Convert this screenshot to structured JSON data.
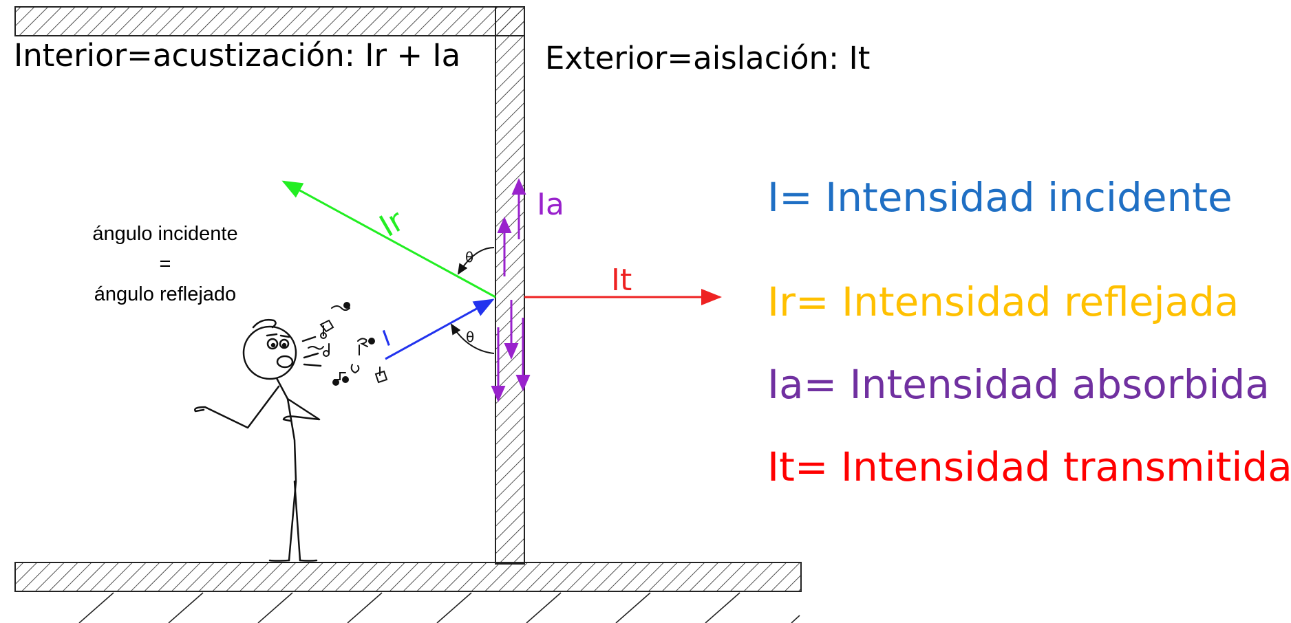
{
  "interior_label": "Interior=acustización: Ir + Ia",
  "exterior_label": "Exterior=aislación: It",
  "angle_note": {
    "line1": "ángulo incidente",
    "line2": "=",
    "line3": "ángulo reflejado"
  },
  "ray_labels": {
    "incident": "I",
    "reflected": "Ir",
    "absorbed": "Ia",
    "transmitted": "It"
  },
  "angle_symbol": "θ",
  "legend": [
    {
      "text": "I= Intensidad incidente",
      "color": "#1f6fc4"
    },
    {
      "text": "Ir= Intensidad reflejada",
      "color": "#ffc000"
    },
    {
      "text": "Ia= Intensidad absorbida",
      "color": "#7030a0"
    },
    {
      "text": "It= Intensidad transmitida",
      "color": "#ff0000"
    }
  ],
  "ray_colors": {
    "incident": "#2233ee",
    "reflected": "#22ee22",
    "absorbed": "#9922cc",
    "transmitted": "#ee2222"
  }
}
